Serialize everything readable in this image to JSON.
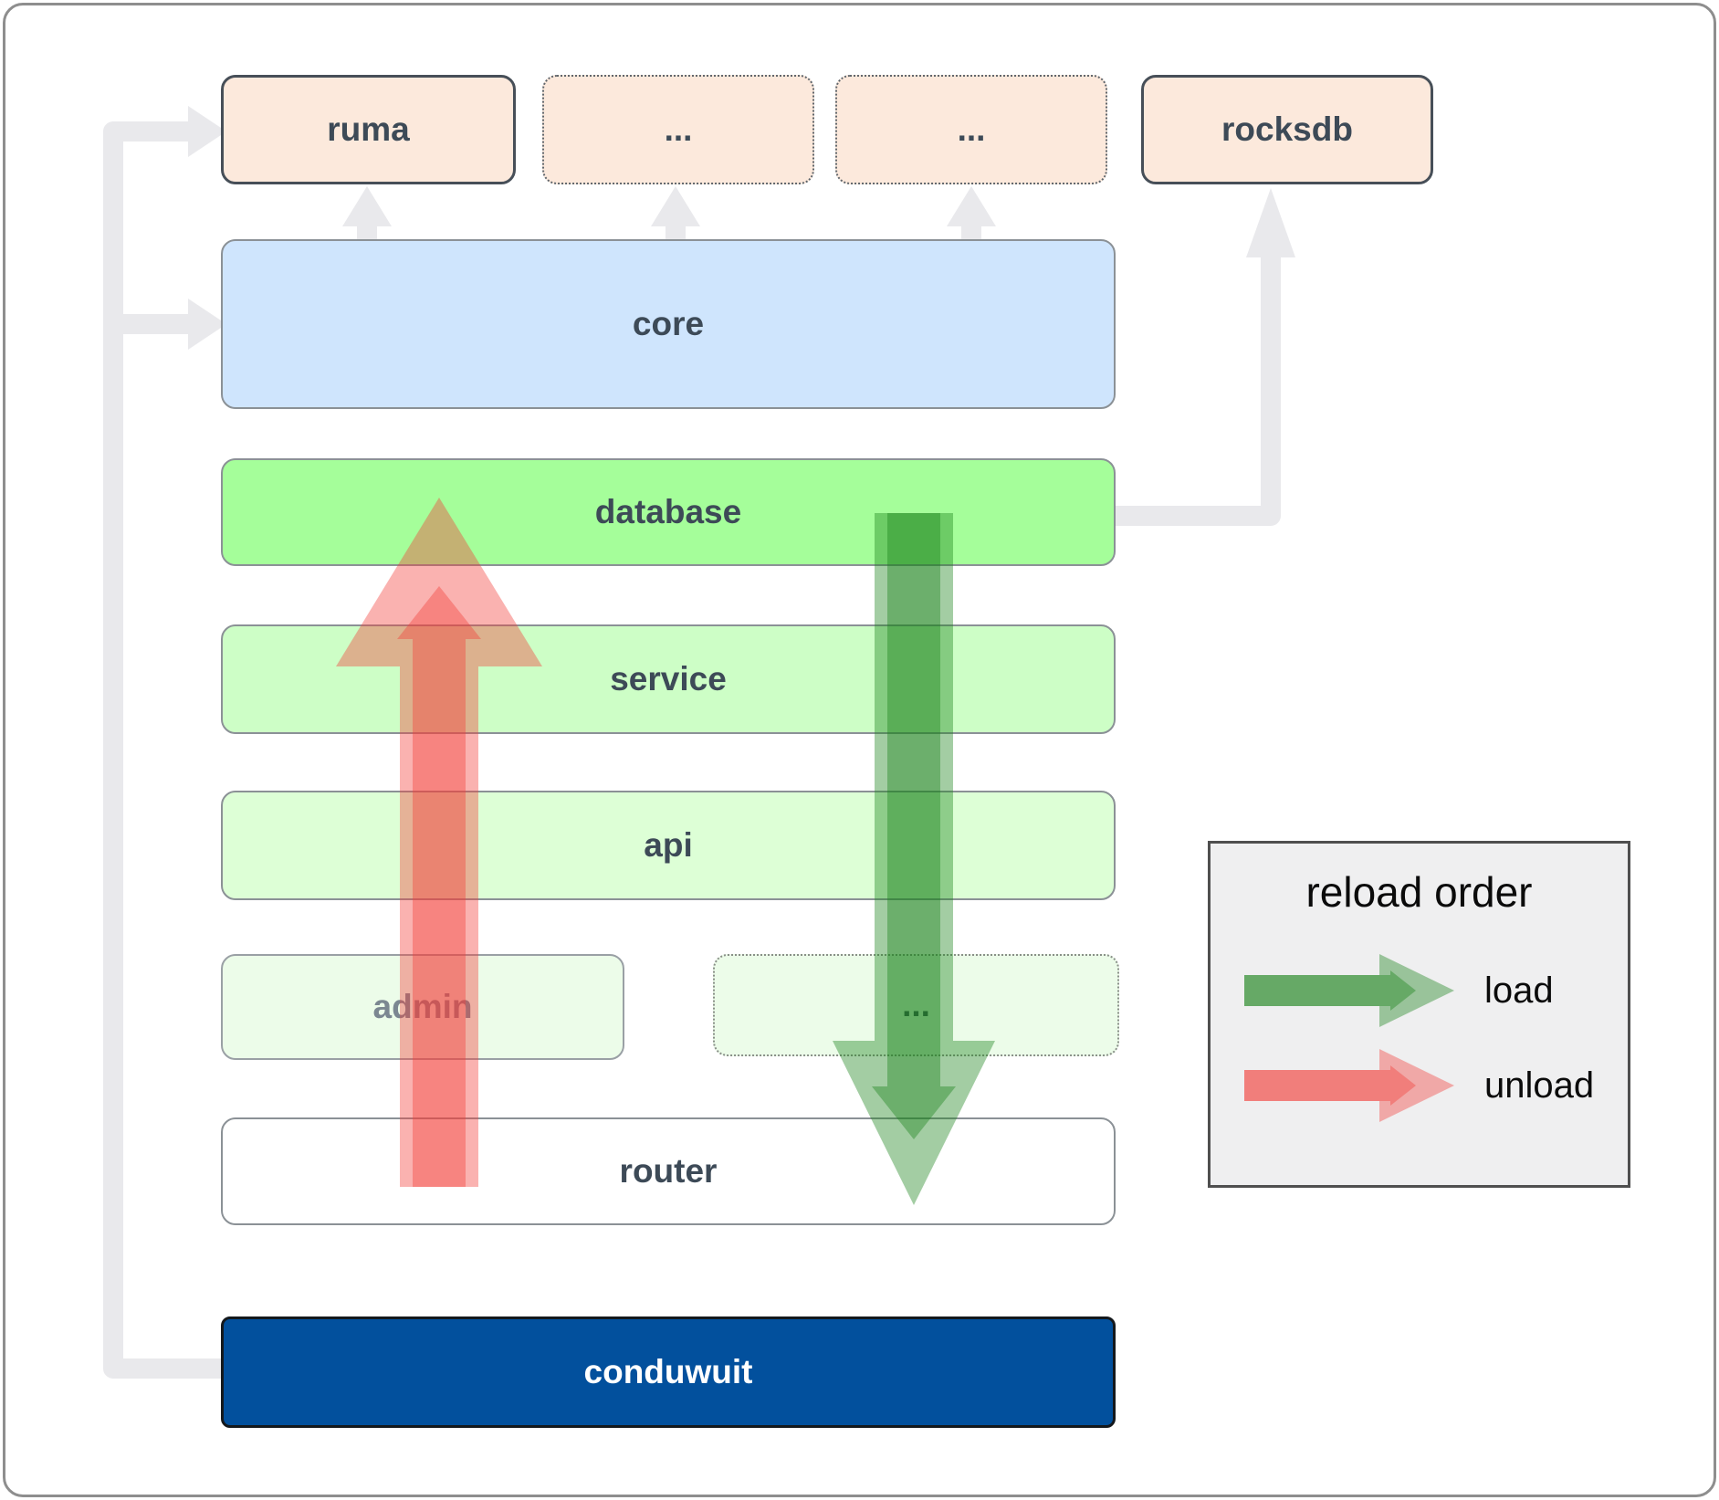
{
  "nodes": [
    {
      "id": "ruma",
      "label": "ruma"
    },
    {
      "id": "extra1",
      "label": "..."
    },
    {
      "id": "extra2",
      "label": "..."
    },
    {
      "id": "rocksdb",
      "label": "rocksdb"
    },
    {
      "id": "core",
      "label": "core"
    },
    {
      "id": "database",
      "label": "database"
    },
    {
      "id": "service",
      "label": "service"
    },
    {
      "id": "api",
      "label": "api"
    },
    {
      "id": "admin",
      "label": "admin"
    },
    {
      "id": "extra3",
      "label": "..."
    },
    {
      "id": "router",
      "label": "router"
    },
    {
      "id": "conduwuit",
      "label": "conduwuit"
    }
  ],
  "legend": {
    "title": "reload order",
    "load_label": "load",
    "unload_label": "unload"
  },
  "colors": {
    "peach": "#fce9dc",
    "core": "#cfe5fd",
    "database": "#a5fe9a",
    "service": "#cdfec6",
    "api": "#ddffd6",
    "admin": "#ecfce9",
    "router": "#ffffff",
    "conduwuit": "#02509d",
    "connector": "#e9e9ec",
    "legend_bg": "#efeff0",
    "load_arrow_rgba": "rgba(24,130,24,0.40)",
    "unload_arrow_rgba": "rgba(242,62,58,0.40)"
  }
}
